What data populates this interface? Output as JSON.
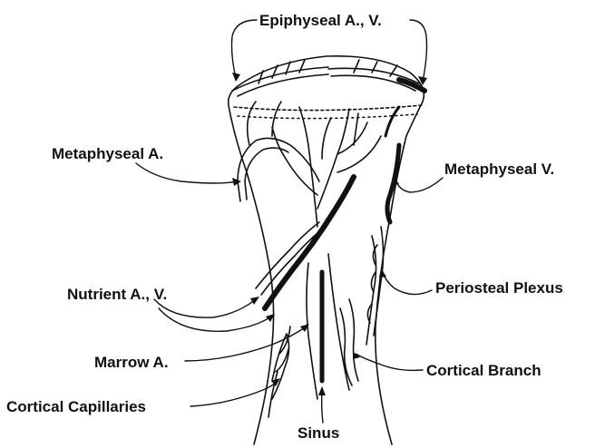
{
  "labels": {
    "epiphyseal": "Epiphyseal A., V.",
    "metaphyseal_a": "Metaphyseal A.",
    "metaphyseal_v": "Metaphyseal V.",
    "nutrient": "Nutrient A., V.",
    "periosteal": "Periosteal Plexus",
    "marrow": "Marrow A.",
    "cortical_branch": "Cortical Branch",
    "cortical_capillaries": "Cortical Capillaries",
    "sinus": "Sinus"
  },
  "colors": {
    "ink": "#111111",
    "background": "#ffffff"
  }
}
